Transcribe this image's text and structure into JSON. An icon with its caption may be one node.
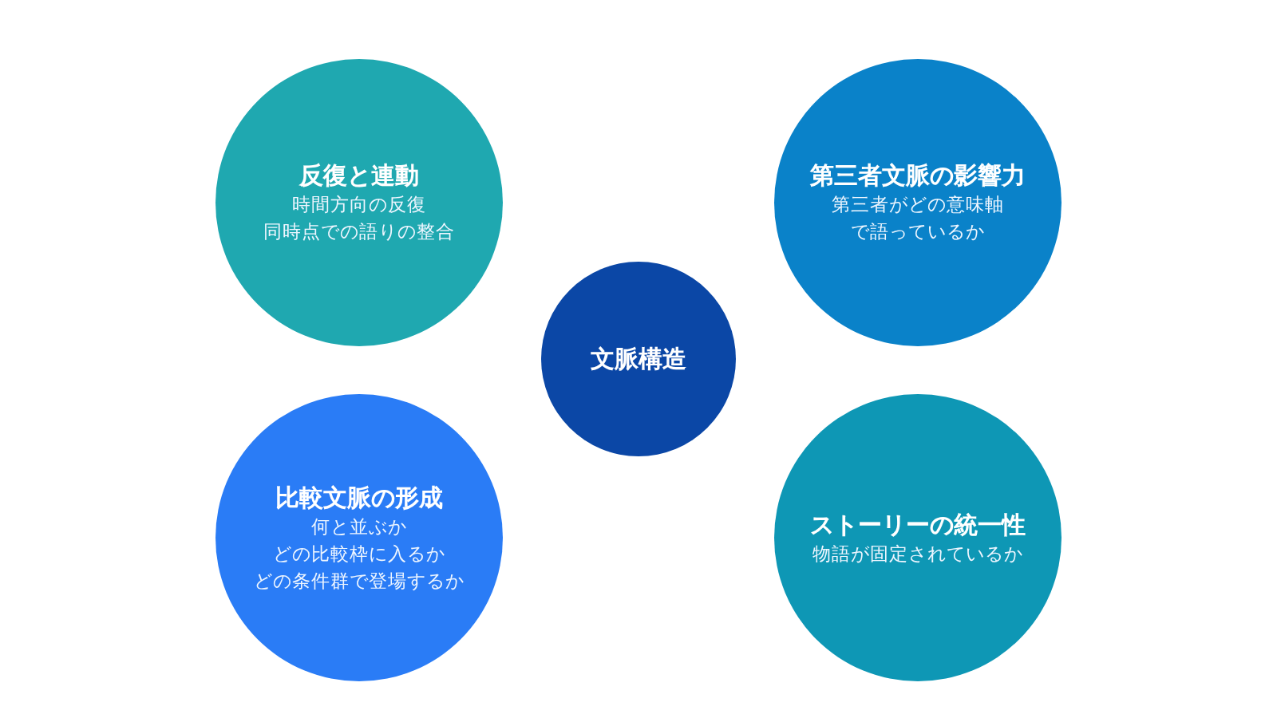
{
  "diagram": {
    "nodes": [
      {
        "text": [
          "反復と連動",
          "時間方向の反復",
          "同時点での語りの整合"
        ]
      },
      {
        "text": [
          "第三者文脈の影響力",
          "第三者がどの意味軸で語っているか"
        ]
      },
      {
        "text": [
          "文脈構造"
        ]
      },
      {
        "text": [
          "比較文脈の形成",
          "何と並ぶか",
          "どの比較枠に入るか",
          "どの条件群で登場するか"
        ]
      },
      {
        "text": [
          "ストーリーの統一性",
          "物語が固定されているか"
        ]
      }
    ]
  }
}
